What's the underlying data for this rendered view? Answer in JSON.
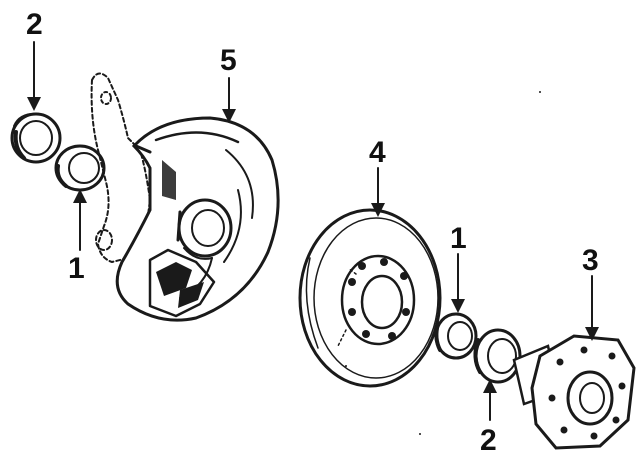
{
  "diagram": {
    "callouts": [
      {
        "id": "c1",
        "label": "2"
      },
      {
        "id": "c2",
        "label": "1"
      },
      {
        "id": "c3",
        "label": "5"
      },
      {
        "id": "c4",
        "label": "4"
      },
      {
        "id": "c5",
        "label": "1"
      },
      {
        "id": "c6",
        "label": "3"
      },
      {
        "id": "c7",
        "label": "2"
      }
    ],
    "ink_color": "#1a1a1a",
    "background_color": "#ffffff"
  }
}
